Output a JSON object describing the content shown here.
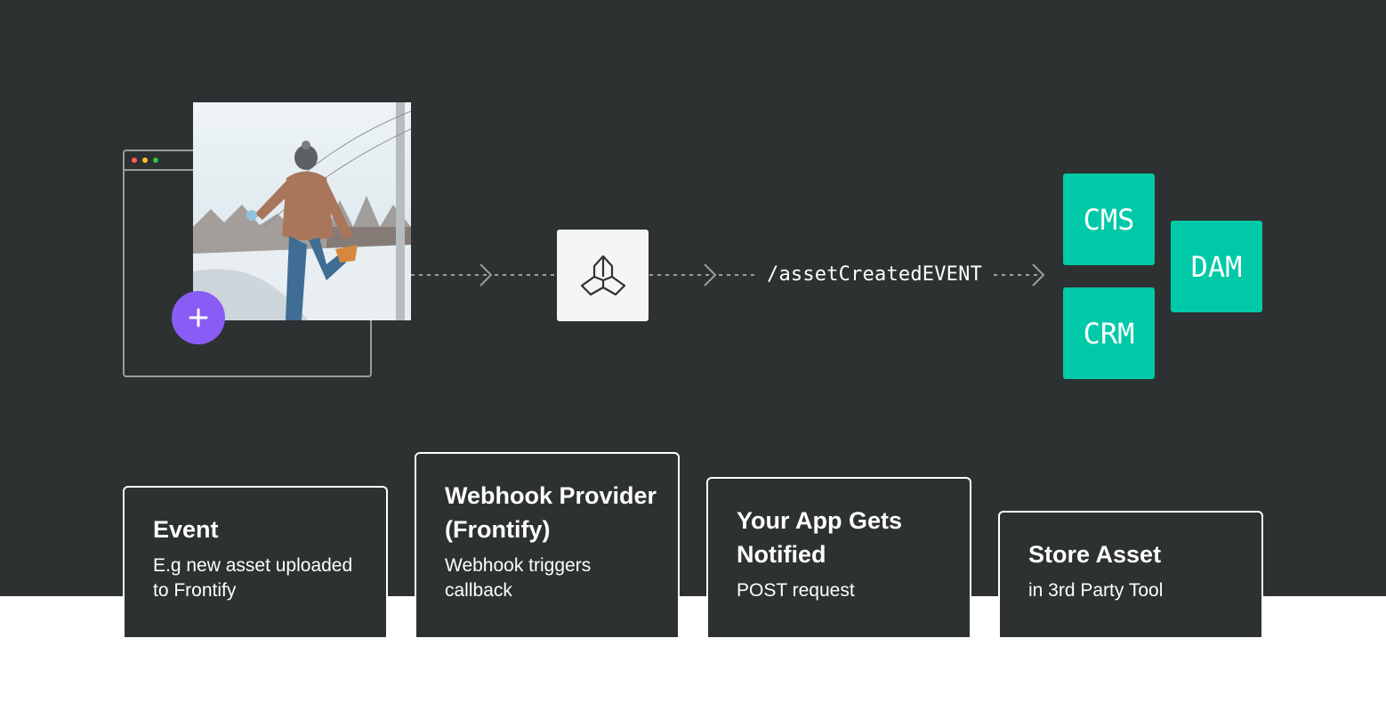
{
  "diagram": {
    "event_endpoint": "/assetCreatedEVENT",
    "tools": [
      "CMS",
      "CRM",
      "DAM"
    ]
  },
  "cards": [
    {
      "title": "Event",
      "description": "E.g new asset uploaded to Frontify"
    },
    {
      "title": "Webhook Provider (Frontify)",
      "description": "Webhook triggers callback"
    },
    {
      "title": "Your App Gets Notified",
      "description": "POST request"
    },
    {
      "title": "Store Asset",
      "description": "in 3rd Party Tool"
    }
  ],
  "colors": {
    "background_dark": "#2d3132",
    "accent_green": "#00c9a7",
    "accent_purple": "#8a5cf6",
    "window_dot_red": "#ff5f57",
    "window_dot_yellow": "#ffbd2e",
    "window_dot_green": "#28c840"
  },
  "icons": {
    "add": "plus-icon",
    "provider": "frontify-logo-icon",
    "flow": "arrow-right-icon"
  }
}
